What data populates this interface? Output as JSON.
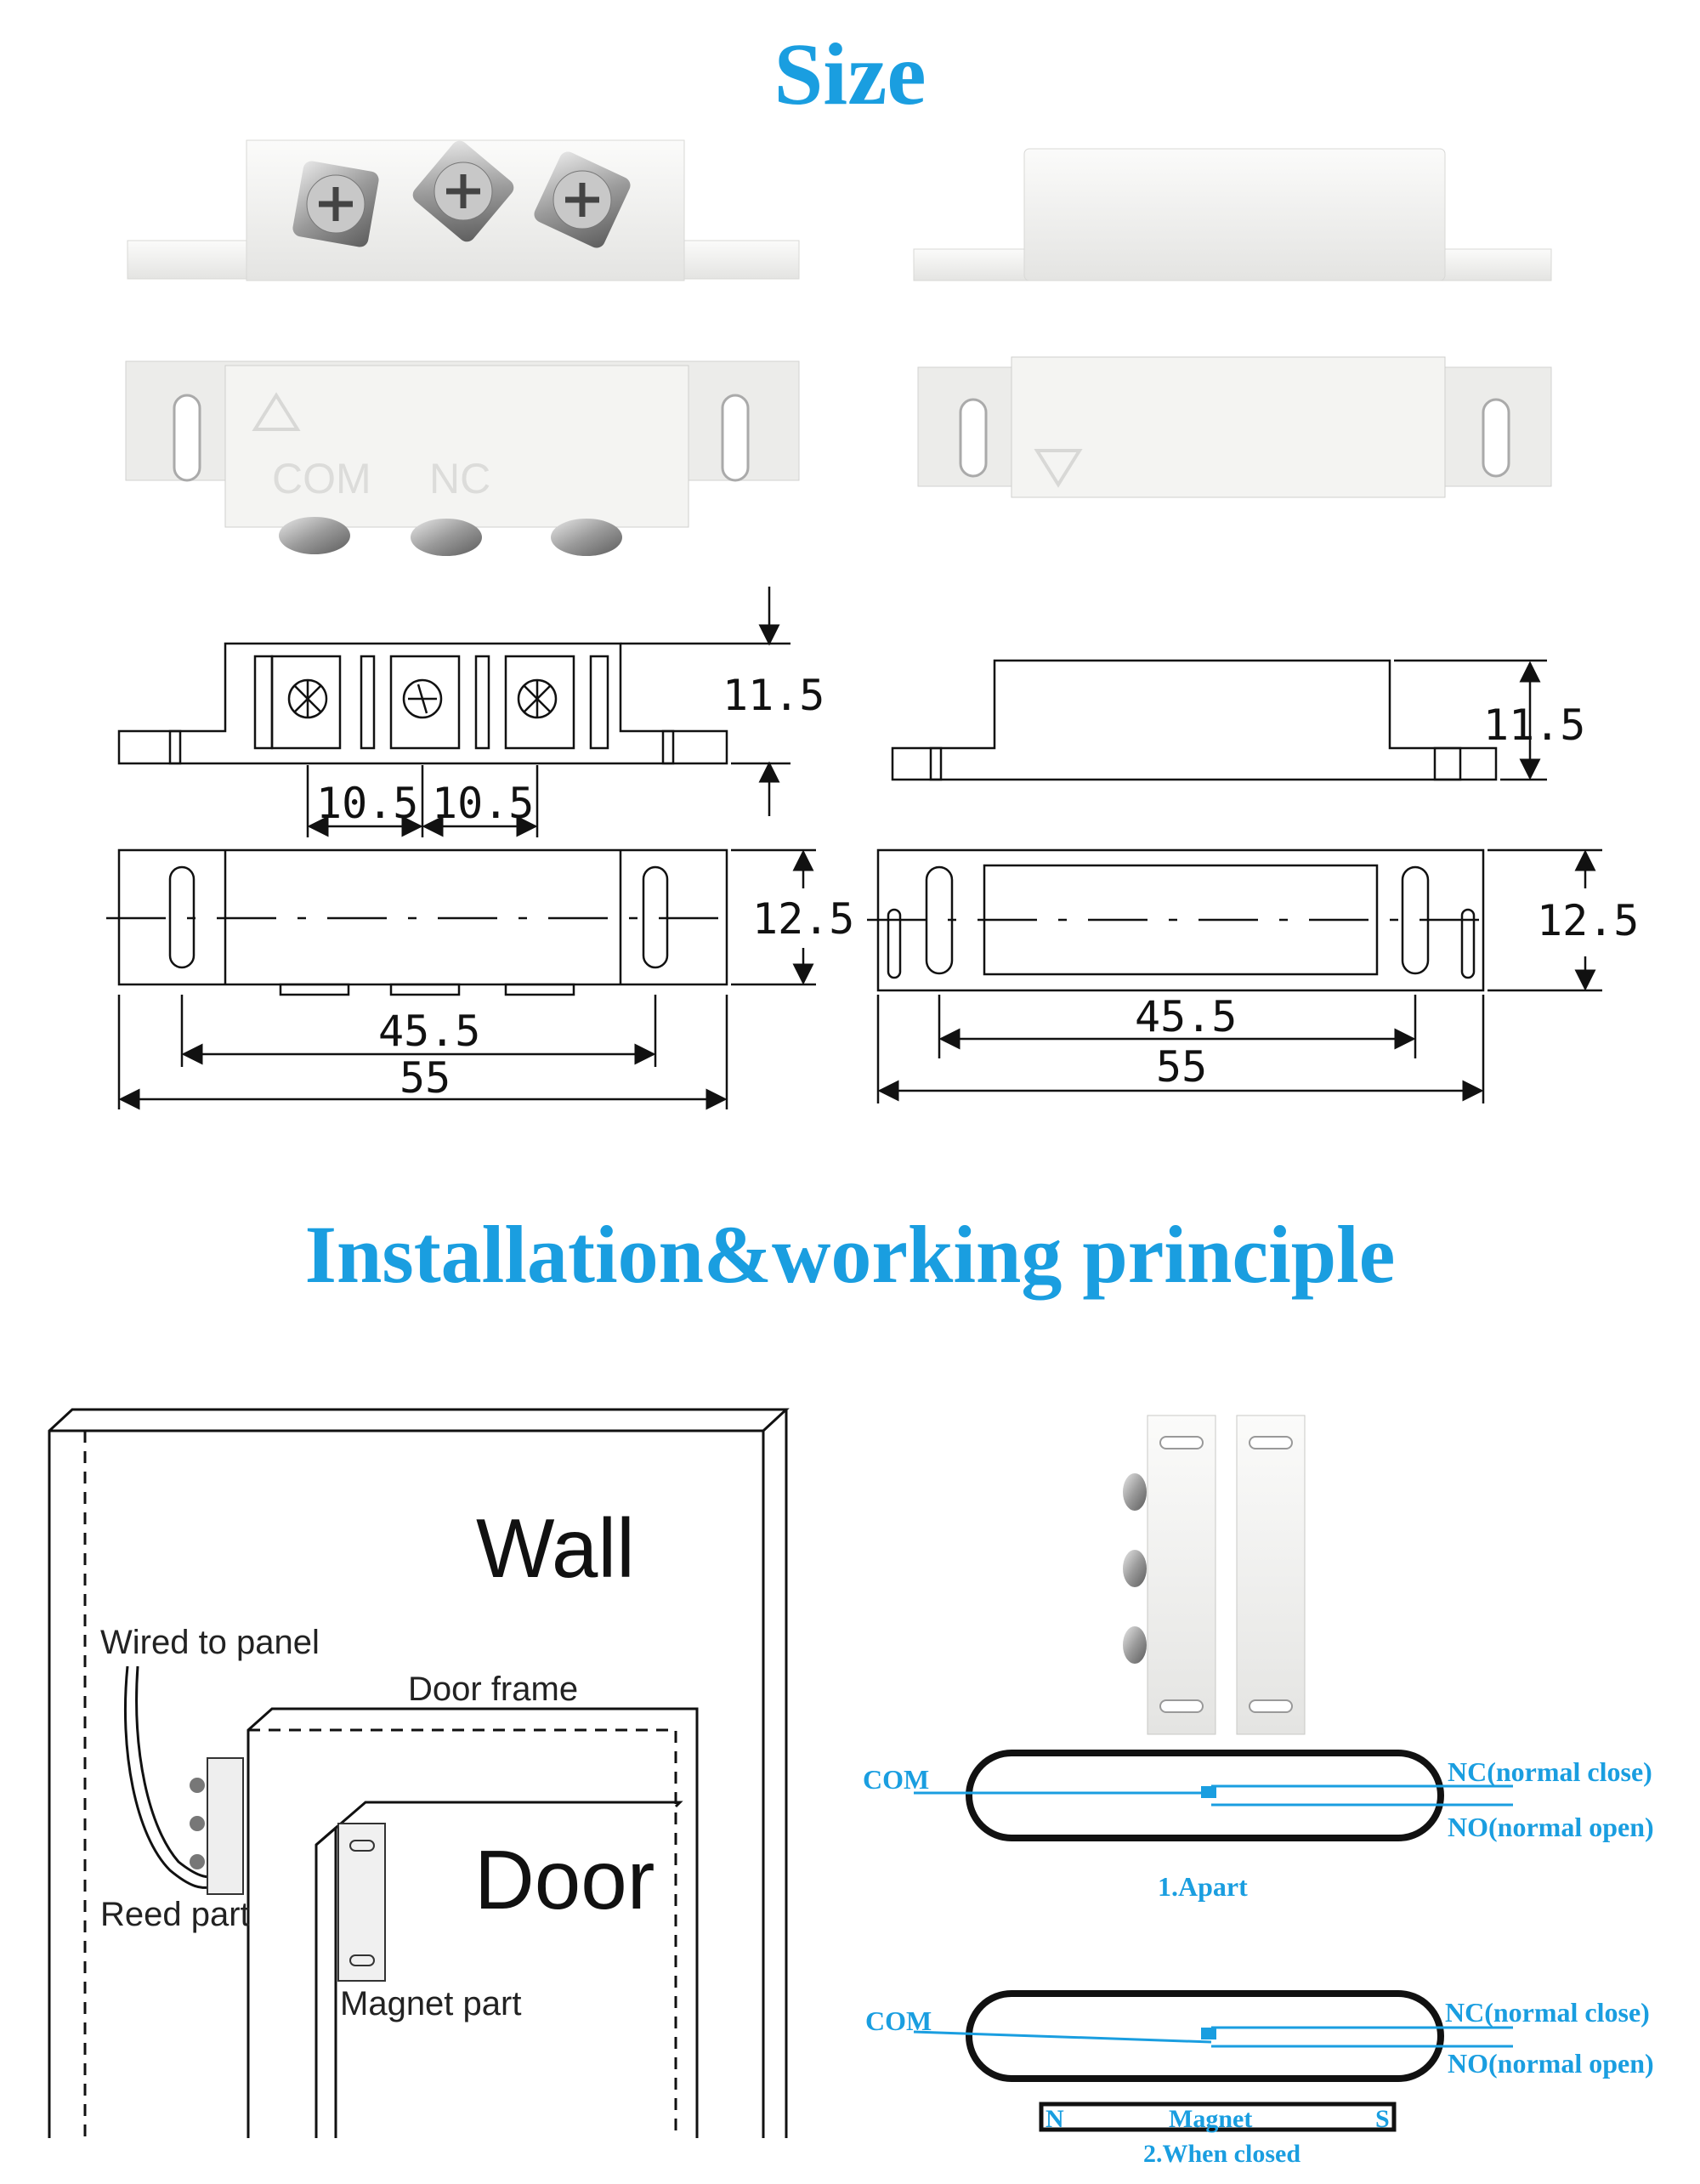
{
  "titles": {
    "size": "Size",
    "installation": "Installation&working principle"
  },
  "dimensions": {
    "height": "11.5",
    "pitch_1": "10.5",
    "pitch_2": "10.5",
    "width": "12.5",
    "hole_spacing": "45.5",
    "length": "55"
  },
  "photo_text": {
    "com": "COM",
    "nc": "NC"
  },
  "installation": {
    "wall": "Wall",
    "wired": "Wired to panel",
    "door_frame": "Door frame",
    "door": "Door",
    "reed_part": "Reed part",
    "magnet_part": "Magnet part"
  },
  "principle": {
    "com": "COM",
    "nc": "NC(normal close)",
    "no": "NO(normal open)",
    "apart": "1.Apart",
    "closed": "2.When closed",
    "magnet": "Magnet",
    "n": "N",
    "s": "S"
  },
  "colors": {
    "accent": "#1a9ee0",
    "line": "#1a9ee0",
    "body_white": "#f2f2f0",
    "outline": "#111111"
  }
}
